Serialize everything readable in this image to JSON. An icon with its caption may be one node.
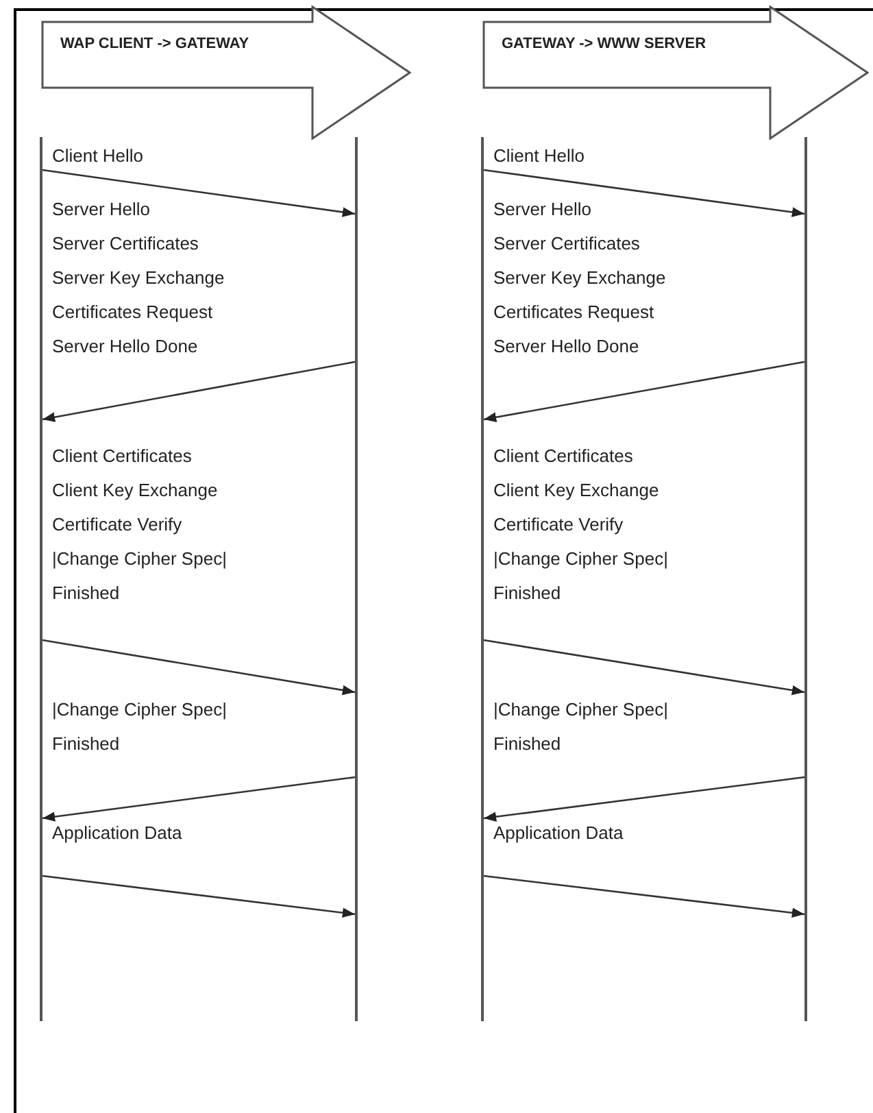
{
  "diagram": {
    "nodes": [
      {
        "text": [
          "WAP CLIENT ->  GATEWAY"
        ]
      },
      {
        "text": [],
        "shape": "line"
      },
      {
        "text": [],
        "shape": "line"
      },
      {
        "text": [
          "GATEWAY ->  WWW SERVER"
        ]
      },
      {
        "text": [],
        "shape": "line"
      },
      {
        "text": [],
        "shape": "line"
      }
    ],
    "edges": [
      {
        "from": 1,
        "to": 2,
        "arrow": "to"
      },
      {
        "from": 2,
        "to": 1,
        "arrow": "to"
      },
      {
        "from": 1,
        "to": 2,
        "arrow": "to"
      },
      {
        "from": 2,
        "to": 1,
        "arrow": "to"
      },
      {
        "from": 1,
        "to": 2,
        "arrow": "to"
      },
      {
        "from": 4,
        "to": 5,
        "arrow": "to"
      },
      {
        "from": 5,
        "to": 4,
        "arrow": "to"
      },
      {
        "from": 4,
        "to": 5,
        "arrow": "to"
      },
      {
        "from": 5,
        "to": 4,
        "arrow": "to"
      },
      {
        "from": 4,
        "to": 5,
        "arrow": "to"
      }
    ],
    "labels": [
      "Client Hello",
      "Server Hello",
      "Server Certificates",
      "Server Key Exchange",
      "Certificates Request",
      "Server Hello Done",
      "Client Certificates",
      "Client Key Exchange",
      "Certificate Verify",
      "|Change Cipher Spec|",
      "Finished",
      "|Change Cipher Spec|",
      "Finished",
      "Application Data",
      "Client Hello",
      "Server Hello",
      "Server Certificates",
      "Server Key Exchange",
      "Certificates Request",
      "Server Hello Done",
      "Client Certificates",
      "Client Key Exchange",
      "Certificate Verify",
      "|Change Cipher Spec|",
      "Finished",
      "|Change Cipher Spec|",
      "Finished",
      "Application Data"
    ]
  }
}
